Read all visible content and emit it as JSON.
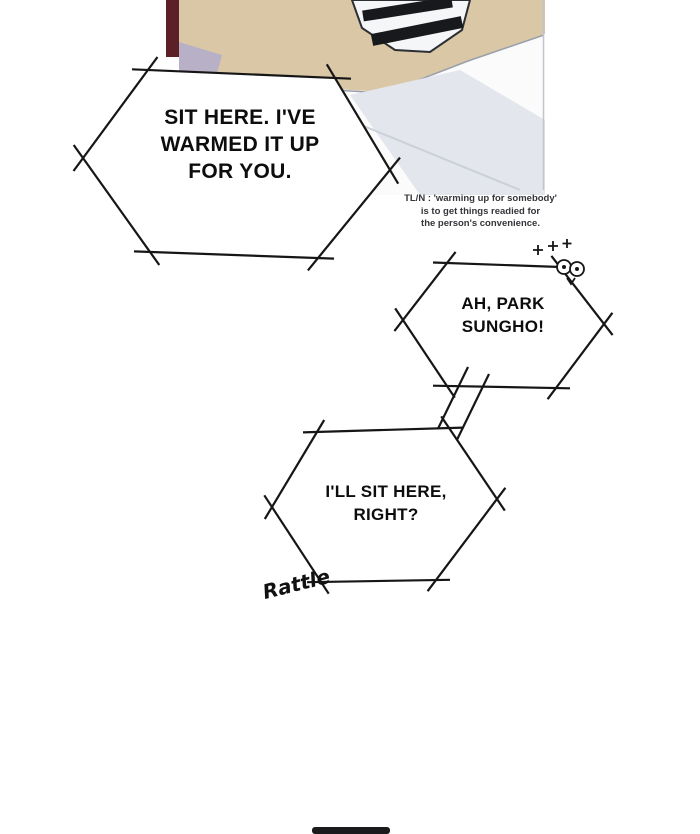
{
  "page": {
    "background": "#ffffff"
  },
  "bubbles": [
    {
      "id": "bubble-1",
      "lines": [
        "SIT HERE. I'VE",
        "WARMED IT UP",
        "FOR YOU."
      ]
    },
    {
      "id": "bubble-2",
      "lines": [
        "AH, PARK",
        "SUNGHO!"
      ]
    },
    {
      "id": "bubble-3",
      "lines": [
        "I'LL SIT HERE,",
        "RIGHT?"
      ]
    }
  ],
  "tl_note": {
    "lines": [
      "TL/N : 'warming up for somebody'",
      "is to get things readied for",
      "the person's convenience."
    ]
  },
  "sfx": {
    "text": "Rattle"
  },
  "colors": {
    "ink": "#161616",
    "maroon_strip": "#5c2027",
    "beige_wall": "#d9c7a6",
    "lavender_patch": "#b7b0c6",
    "bedding_shadow": "#e3e6ec",
    "black_band": "#17191c"
  }
}
